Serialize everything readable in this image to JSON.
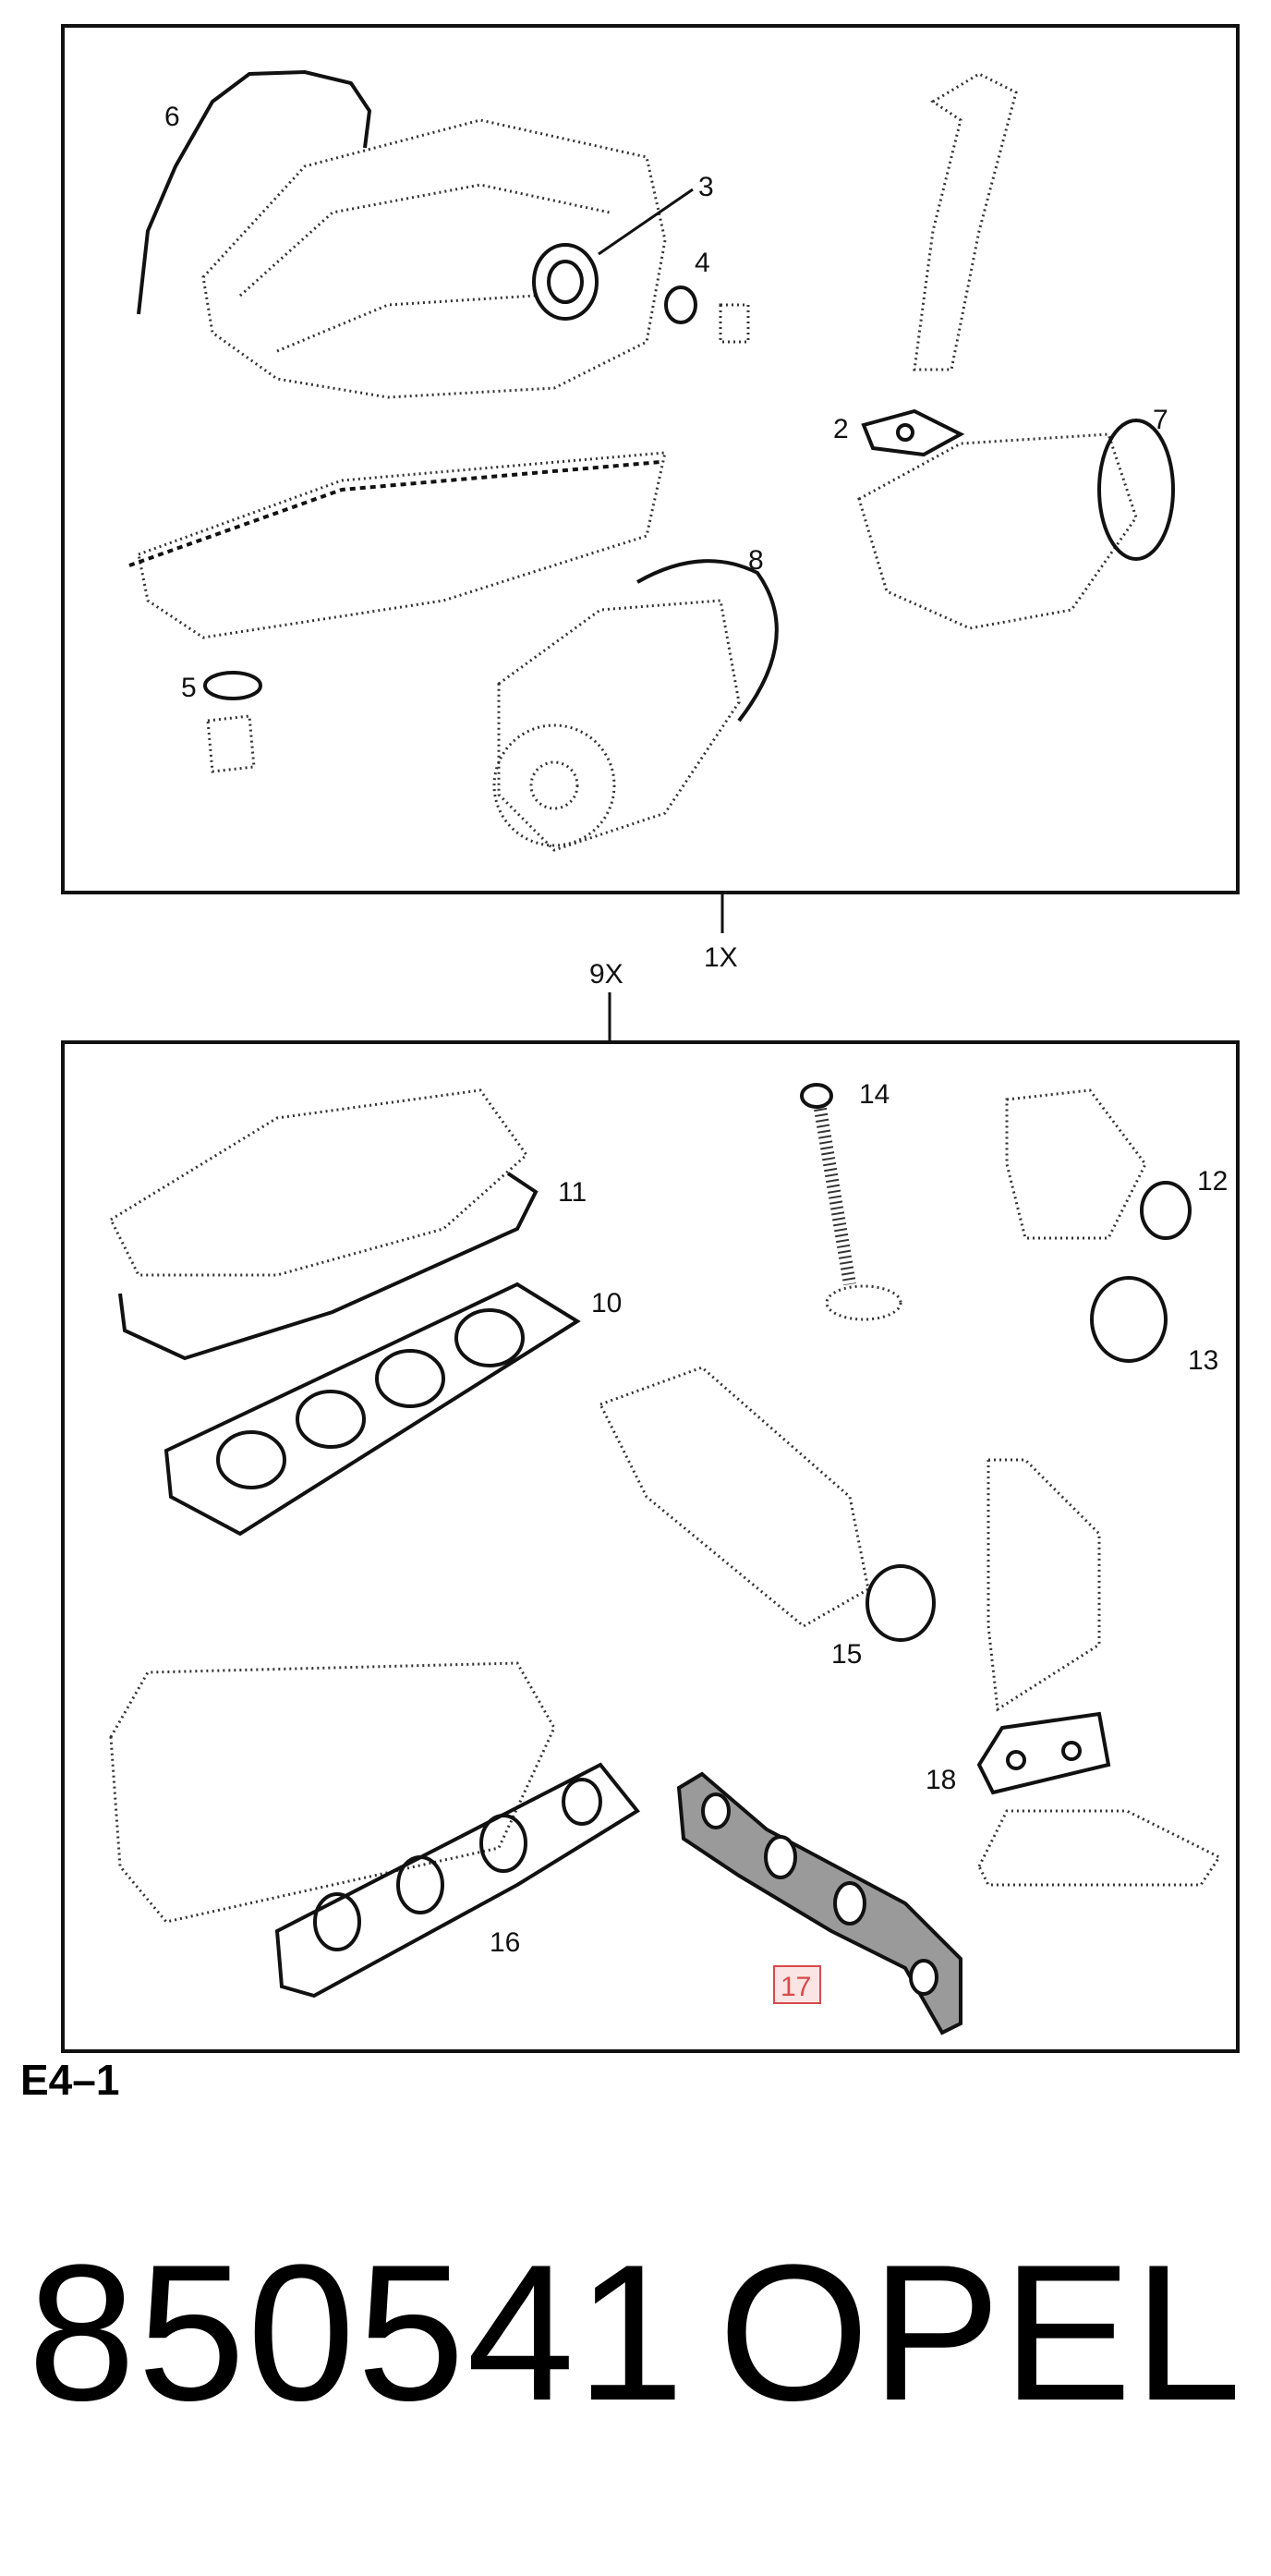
{
  "section_label": "E4–1",
  "part_code": "850541",
  "brand": "OPEL",
  "assembly_labels": {
    "upper_kit": "1X",
    "lower_kit": "9X"
  },
  "callouts": {
    "p2": "2",
    "p3": "3",
    "p4": "4",
    "p5": "5",
    "p6": "6",
    "p7": "7",
    "p8": "8",
    "p10": "10",
    "p11": "11",
    "p12": "12",
    "p13": "13",
    "p14": "14",
    "p15": "15",
    "p16": "16",
    "p17": "17",
    "p18": "18"
  },
  "highlighted_callout": "17",
  "highlight_color": "#d94a4a"
}
